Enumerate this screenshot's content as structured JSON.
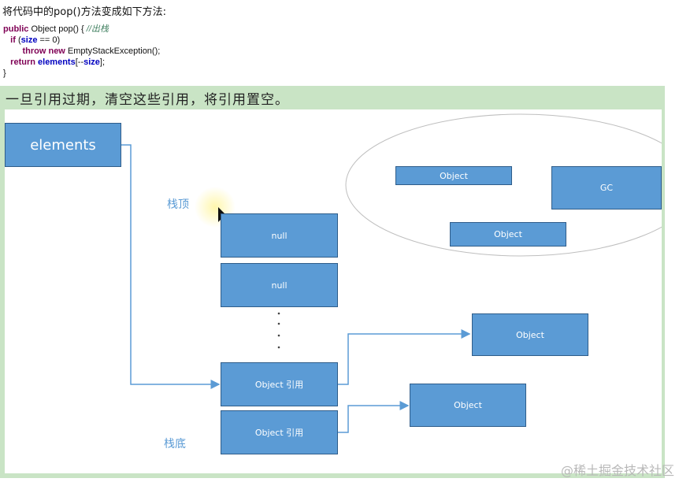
{
  "intro": "将代码中的pop()方法变成如下方法:",
  "code": {
    "l1_kw": "public",
    "l1_rest": " Object pop() { ",
    "l1_comment": "//出栈",
    "l2_kw": "if",
    "l2_open": " (",
    "l2_var": "size",
    "l2_op": " == ",
    "l2_num": "0",
    "l2_close": ")",
    "l3_kw1": "throw",
    "l3_kw2": "new",
    "l3_rest": " EmptyStackException();",
    "l4_kw": "return",
    "l4_var1": "elements",
    "l4_mid": "[--",
    "l4_var2": "size",
    "l4_end": "];",
    "l5": "}"
  },
  "slide_title": "一旦引用过期，清空这些引用，将引用置空。",
  "diagram": {
    "elements_label": "elements",
    "stack_top_label": "栈顶",
    "stack_bottom_label": "栈底",
    "null1": "null",
    "null2": "null",
    "ref1": "Object 引用",
    "ref2": "Object 引用",
    "obj_gc1": "Object",
    "obj_gc2": "Object",
    "gc": "GC",
    "obj_live1": "Object",
    "obj_live2": "Object",
    "colors": {
      "box": "#5b9bd5",
      "slide_bg": "#c9e4c5"
    }
  },
  "watermark": "@稀土掘金技术社区"
}
